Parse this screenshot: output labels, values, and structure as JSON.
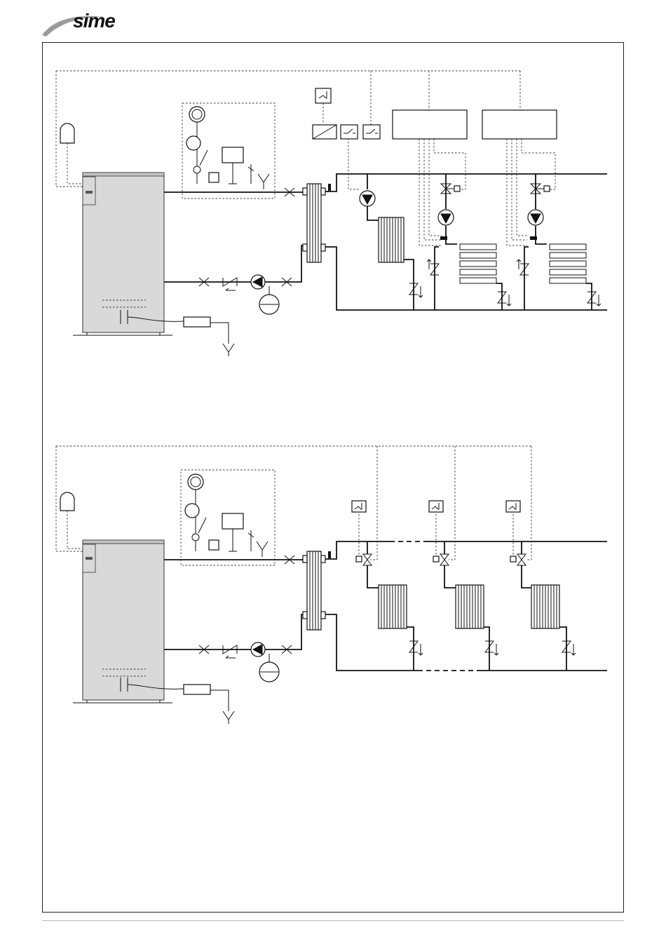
{
  "header": {
    "logo_text": "sime",
    "brand_color": "#1a1a1a"
  },
  "diagrams": [
    {
      "label": "",
      "icons": [
        "boiler",
        "outdoor-sensor",
        "safety-group",
        "plate-heat-exchanger",
        "circulation-pump",
        "expansion-vessel",
        "mixing-valve",
        "radiator",
        "underfloor-panel",
        "room-thermostat",
        "control-unit",
        "condensate-trap"
      ]
    },
    {
      "label": "",
      "icons": [
        "boiler",
        "outdoor-sensor",
        "safety-group",
        "plate-heat-exchanger",
        "circulation-pump",
        "expansion-vessel",
        "zone-valve",
        "radiator",
        "room-thermostat",
        "condensate-trap"
      ]
    }
  ]
}
